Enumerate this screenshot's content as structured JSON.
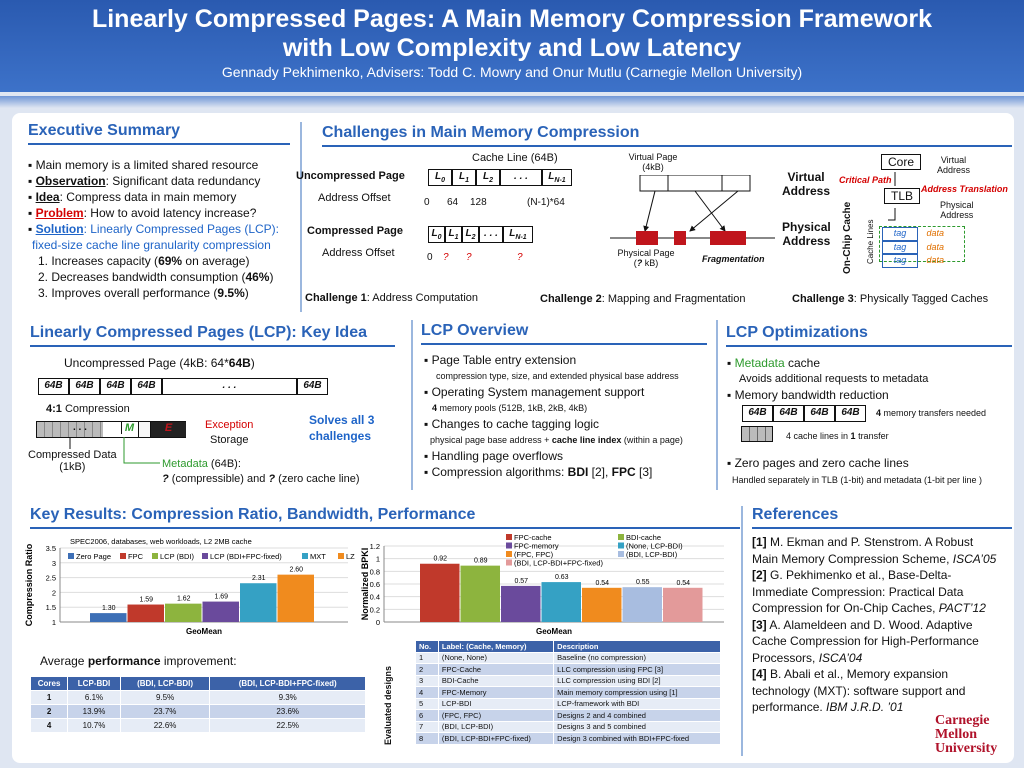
{
  "header": {
    "title1": "Linearly Compressed Pages: A Main Memory Compression Framework",
    "title2": "with Low Complexity and Low Latency",
    "authors": "Gennady Pekhimenko,   Advisers: Todd C. Mowry and Onur Mutlu (Carnegie Mellon University)"
  },
  "exec": {
    "title": "Executive Summary",
    "b1": "Main memory is a limited shared resource",
    "obs_label": "Observation",
    "obs": ": Significant data redundancy",
    "idea_label": "Idea",
    "idea": ": Compress data in main memory",
    "prob_label": "Problem",
    "prob": ": How to avoid latency increase?",
    "sol_label": "Solution",
    "sol": ": Linearly Compressed Pages (LCP):",
    "sol2": "fixed-size cache line granularity compression",
    "n1a": "1. Increases capacity (",
    "n1b": "69%",
    "n1c": " on average)",
    "n2a": "2. Decreases bandwidth consumption (",
    "n2b": "46%",
    "n2c": ")",
    "n3a": "3. Improves overall performance (",
    "n3b": "9.5%",
    "n3c": ")"
  },
  "chal": {
    "title": "Challenges in Main Memory Compression",
    "cache_line": "Cache Line (64B)",
    "unc_page": "Uncompressed Page",
    "addr_offset": "Address Offset",
    "comp_page": "Compressed Page",
    "addr_offset2": "Address Offset",
    "lines": [
      "L",
      "L",
      "L",
      ". . .",
      "L"
    ],
    "subs": [
      "0",
      "1",
      "2",
      "",
      "N-1"
    ],
    "offsets": [
      "0",
      "64",
      "128",
      "(N-1)*64"
    ],
    "q0": "0",
    "q": "?",
    "c1a": "Challenge 1",
    "c1b": ": Address Computation",
    "vp": "Virtual Page",
    "vp2": "(4kB)",
    "va": "Virtual",
    "va2": "Address",
    "pa": "Physical",
    "pa2": "Address",
    "pp": "Physical Page",
    "pp2a": "(",
    "pp2b": "?",
    "pp2c": " kB)",
    "frag": "Fragmentation",
    "c2a": "Challenge 2",
    "c2b": ": Mapping and Fragmentation",
    "core": "Core",
    "tlb": "TLB",
    "crit": "Critical Path",
    "vaddr": "Virtual",
    "vaddr2": "Address",
    "at": "Address Translation",
    "paddr": "Physical",
    "paddr2": "Address",
    "occ": "On-Chip  Cache",
    "cl": "Cache Lines",
    "tag": "tag",
    "data": "data",
    "c3a": "Challenge 3",
    "c3b": ": Physically Tagged Caches"
  },
  "lcp": {
    "title": "Linearly Compressed Pages (LCP): Key Idea",
    "unc_a": "Uncompressed Page (4kB: 64*",
    "unc_b": "64B",
    "unc_c": ")",
    "b64": "64B",
    "dots": ". . .",
    "ratio_a": "4:1",
    "ratio_b": " Compression",
    "m": "M",
    "e": "E",
    "exc": "Exception",
    "stor": "Storage",
    "solves": "Solves all 3",
    "solves2": "challenges",
    "cd": "Compressed Data",
    "cd2": "(1kB)",
    "meta_a": "Metadata",
    "meta_b": " (64B):",
    "meta2a": "?",
    "meta2b": " (compressible) and ",
    "meta2c": "?",
    "meta2d": " (zero cache line)"
  },
  "ov": {
    "title": "LCP Overview",
    "i1": "Page Table entry extension",
    "i1s": "compression type, size, and extended  physical base address",
    "i2": "Operating System management support",
    "i2a": "4",
    "i2b": " memory pools (512B, 1kB, 2kB, 4kB)",
    "i3": "Changes to cache tagging logic",
    "i3a": "physical page base address + ",
    "i3b": "cache line index",
    "i3c": " (within a page)",
    "i4": "Handling page overflows",
    "i5a": "Compression algorithms: ",
    "i5b": "BDI",
    "i5c": " [2], ",
    "i5d": "FPC",
    "i5e": " [3]"
  },
  "opt": {
    "title": "LCP Optimizations",
    "m1a": "Metadata",
    "m1b": " cache",
    "m1s": "Avoids additional requests to metadata",
    "m2": "Memory bandwidth reduction",
    "b64": "64B",
    "four_a": "4",
    "four_b": " memory transfers needed",
    "cl_a": "4 cache lines in ",
    "cl_b": "1",
    "cl_c": " transfer",
    "m3": "Zero pages and zero cache lines",
    "m3s": "Handled separately in TLB (1-bit) and metadata (1-bit per line )"
  },
  "res": {
    "title": "Key Results: Compression Ratio, Bandwidth, Performance",
    "perf_a": "Average ",
    "perf_b": "performance",
    "perf_c": " improvement:",
    "eval": "Evaluated designs"
  },
  "chart_data": [
    {
      "type": "bar",
      "title": "SPEC2006, databases, web workloads, L2 2MB cache",
      "ylabel": "Compression Ratio",
      "xlabel": "GeoMean",
      "ylim": [
        1,
        3.5
      ],
      "yticks": [
        "1",
        "1.5",
        "2",
        "2.5",
        "3",
        "3.5"
      ],
      "series": [
        {
          "name": "Zero Page",
          "value": 1.3,
          "color": "#3d6fb6"
        },
        {
          "name": "FPC",
          "value": 1.59,
          "color": "#c0392b"
        },
        {
          "name": "LCP (BDI)",
          "value": 1.62,
          "color": "#8db43e"
        },
        {
          "name": "LCP (BDI+FPC-fixed)",
          "value": 1.69,
          "color": "#6a4a9c"
        },
        {
          "name": "MXT",
          "value": 2.31,
          "color": "#35a1c4"
        },
        {
          "name": "LZ",
          "value": 2.6,
          "color": "#f08b1e"
        }
      ],
      "labels": [
        "1.30",
        "1.59",
        "1.62",
        "1.69",
        "2.31",
        "2.60"
      ]
    },
    {
      "type": "bar",
      "ylabel": "Normalized BPKI",
      "xlabel": "GeoMean",
      "ylim": [
        0,
        1.2
      ],
      "yticks": [
        "0",
        "0.2",
        "0.4",
        "0.6",
        "0.8",
        "1",
        "1.2"
      ],
      "series": [
        {
          "name": "FPC-cache",
          "value": 0.92,
          "color": "#c0392b"
        },
        {
          "name": "BDI-cache",
          "value": 0.89,
          "color": "#8db43e"
        },
        {
          "name": "FPC-memory",
          "value": 0.57,
          "color": "#6a4a9c"
        },
        {
          "name": "(None, LCP-BDI)",
          "value": 0.63,
          "color": "#35a1c4"
        },
        {
          "name": "(FPC, FPC)",
          "value": 0.54,
          "color": "#f08b1e"
        },
        {
          "name": "(BDI, LCP-BDI)",
          "value": 0.55,
          "color": "#a8bde0"
        },
        {
          "name": "(BDI, LCP-BDI+FPC-fixed)",
          "value": 0.54,
          "color": "#e39a9a"
        }
      ],
      "labels": [
        "0.92",
        "0.89",
        "0.57",
        "0.63",
        "0.54",
        "0.55",
        "0.54"
      ]
    }
  ],
  "perf_table": {
    "headers": [
      "Cores",
      "LCP-BDI",
      "(BDI, LCP-BDI)",
      "(BDI, LCP-BDI+FPC-fixed)"
    ],
    "rows": [
      [
        "1",
        "6.1%",
        "9.5%",
        "9.3%"
      ],
      [
        "2",
        "13.9%",
        "23.7%",
        "23.6%"
      ],
      [
        "4",
        "10.7%",
        "22.6%",
        "22.5%"
      ]
    ]
  },
  "designs_table": {
    "headers": [
      "No.",
      "Label: (Cache, Memory)",
      "Description"
    ],
    "rows": [
      [
        "1",
        "(None, None)",
        "Baseline (no compression)"
      ],
      [
        "2",
        "FPC-Cache",
        "LLC compression using FPC [3]"
      ],
      [
        "3",
        "BDI-Cache",
        "LLC compression using BDI [2]"
      ],
      [
        "4",
        "FPC-Memory",
        "Main memory compression using [1]"
      ],
      [
        "5",
        "LCP-BDI",
        "LCP-framework with BDI"
      ],
      [
        "6",
        "(FPC, FPC)",
        "Designs 2 and 4 combined"
      ],
      [
        "7",
        "(BDI, LCP-BDI)",
        "Designs 3 and 5  combined"
      ],
      [
        "8",
        "(BDI, LCP-BDI+FPC-fixed)",
        "Design 3 combined with BDI+FPC-fixed"
      ]
    ]
  },
  "refs": {
    "title": "References",
    "r1n": "[1]",
    "r1a": "  M. Ekman and P. Stenstrom. A Robust",
    "r1b": "Main Memory Compression Scheme, ",
    "r1c": "ISCA’05",
    "r2n": "[2]",
    "r2a": "  G. Pekhimenko et al., Base-Delta-",
    "r2b": "Immediate Compression:  Practical Data",
    "r2c": "Compression for On-Chip Caches, ",
    "r2d": "PACT’12",
    "r3n": "[3]",
    "r3a": "  A. Alameldeen and D. Wood. Adaptive",
    "r3b": "Cache Compression for High-Performance",
    "r3c": "Processors, ",
    "r3d": "ISCA’04",
    "r4n": "[4]",
    "r4a": "  B. Abali et al., Memory expansion",
    "r4b": "technology (MXT): software support and",
    "r4c": "performance. ",
    "r4d": "IBM J.R.D. ’01",
    "logo1": "Carnegie",
    "logo2": "Mellon",
    "logo3": "University"
  }
}
